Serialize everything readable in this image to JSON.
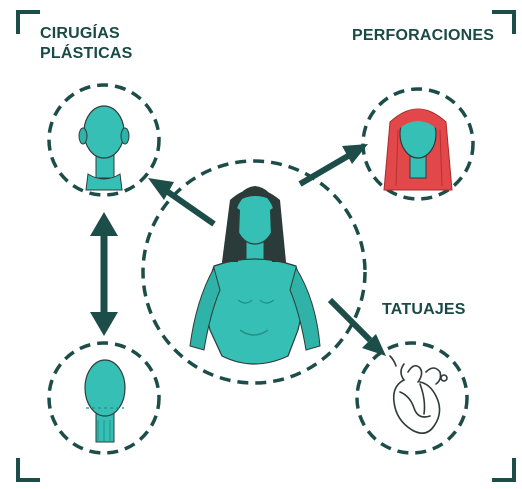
{
  "labels": {
    "cirugias_line1": "CIRUGÍAS",
    "cirugias_line2": "PLÁSTICAS",
    "perforaciones": "PERFORACIONES",
    "tatuajes": "TATUAJES"
  },
  "colors": {
    "teal": "#36c0b5",
    "teal_shadow": "#229086",
    "dark": "#1d4d48",
    "hair": "#2a3b3a",
    "red_hair": "#e2474a",
    "outline": "#2f3b3a"
  },
  "icons": {
    "center": "woman-torso-figure",
    "top_left": "bald-head",
    "top_right": "red-haired-head",
    "bottom_left": "modified-head",
    "bottom_right": "heart-line-tattoo"
  }
}
